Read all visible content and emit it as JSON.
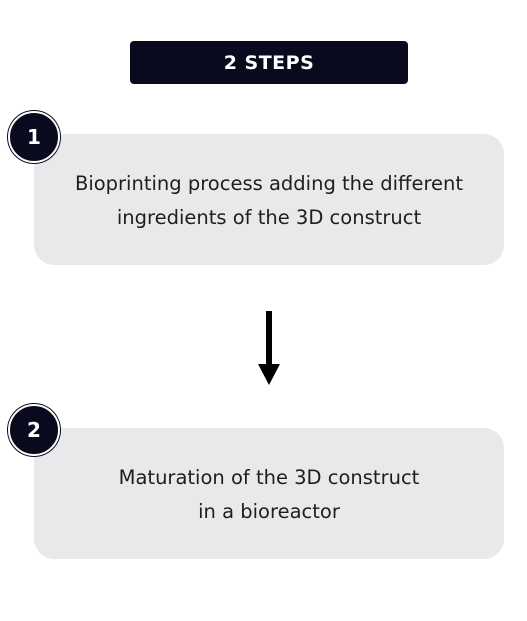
{
  "header": {
    "title": "2 STEPS"
  },
  "steps": [
    {
      "number": "1",
      "lines": [
        "Bioprinting process adding the different",
        "ingredients of the 3D construct"
      ]
    },
    {
      "number": "2",
      "lines": [
        "Maturation of the 3D construct",
        "in a bioreactor"
      ]
    }
  ],
  "colors": {
    "dark": "#0a0a1e",
    "box": "#e9e9eb",
    "text": "#1e1e1e"
  },
  "icons": {
    "connector": "down-arrow-icon"
  }
}
